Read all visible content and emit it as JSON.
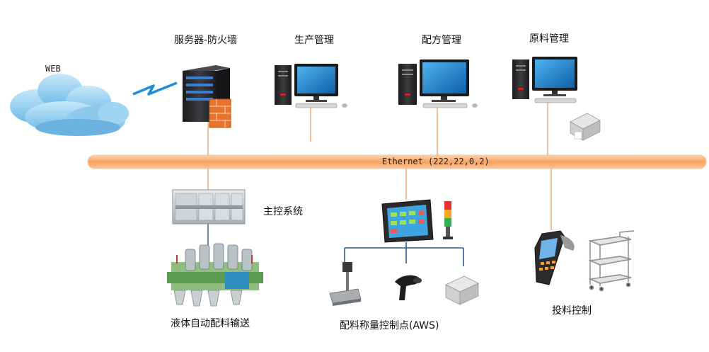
{
  "labels": {
    "web": "WEB",
    "server": "服务器-防火墙",
    "production": "生产管理",
    "recipe": "配方管理",
    "material": "原料管理",
    "ethernet": "Ethernet (222,22,0,2)",
    "main_control": "主控系统",
    "liquid": "液体自动配料输送",
    "aws": "配料称量控制点(AWS)",
    "feeding": "投料控制"
  },
  "colors": {
    "bus": "#f6a463",
    "bus_edge": "#f2c9a6",
    "connector": "#f0a56a",
    "aws_tree": "#2e5e8c",
    "cloud": "#7fc4ea",
    "screen": "#1c7fc2",
    "server_body": "#2c2c30",
    "firewall": "#e8742e"
  }
}
